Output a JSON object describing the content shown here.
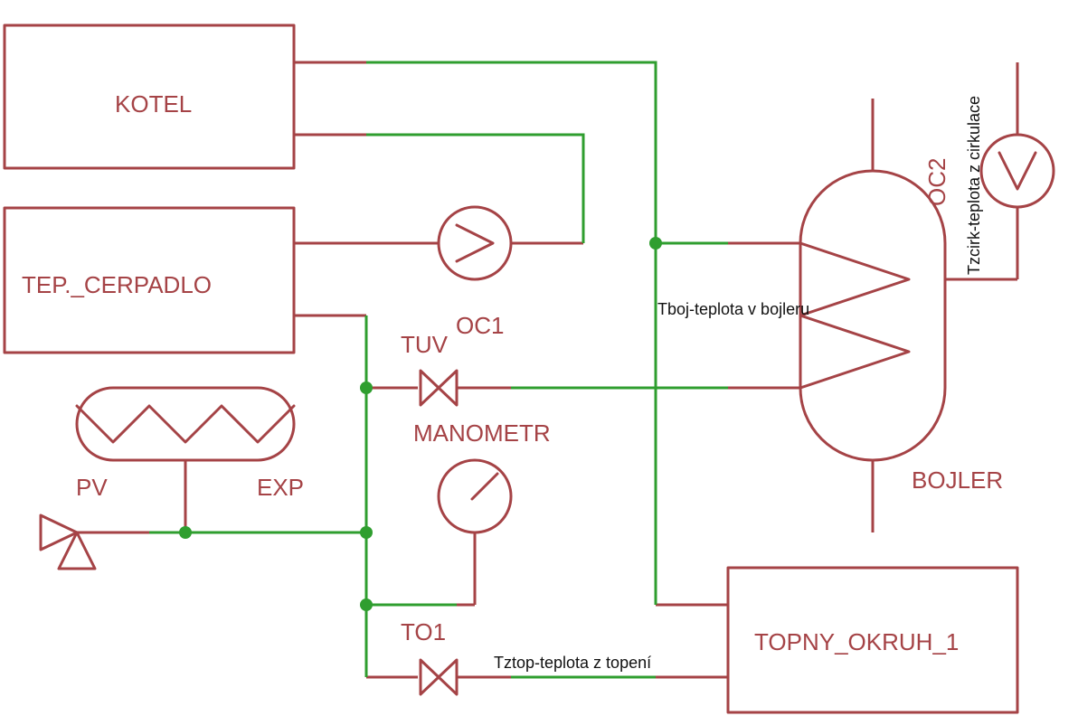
{
  "blocks": {
    "kotel": "KOTEL",
    "tep_cerpadlo": "TEP._CERPADLO",
    "bojler": "BOJLER",
    "topny_okruh_1": "TOPNY_OKRUH_1"
  },
  "labels": {
    "tuv": "TUV",
    "oc1": "OC1",
    "oc2": "OC2",
    "manometr": "MANOMETR",
    "pv": "PV",
    "exp": "EXP",
    "to1": "TO1"
  },
  "notes": {
    "tboj": "Tboj-teplota v bojleru",
    "tztop": "Tztop-teplota z topení",
    "tcirk": "Tzcirk-teplota z cirkulace"
  },
  "colors": {
    "symbol": "#a54346",
    "pipe": "#2f9e2f"
  }
}
